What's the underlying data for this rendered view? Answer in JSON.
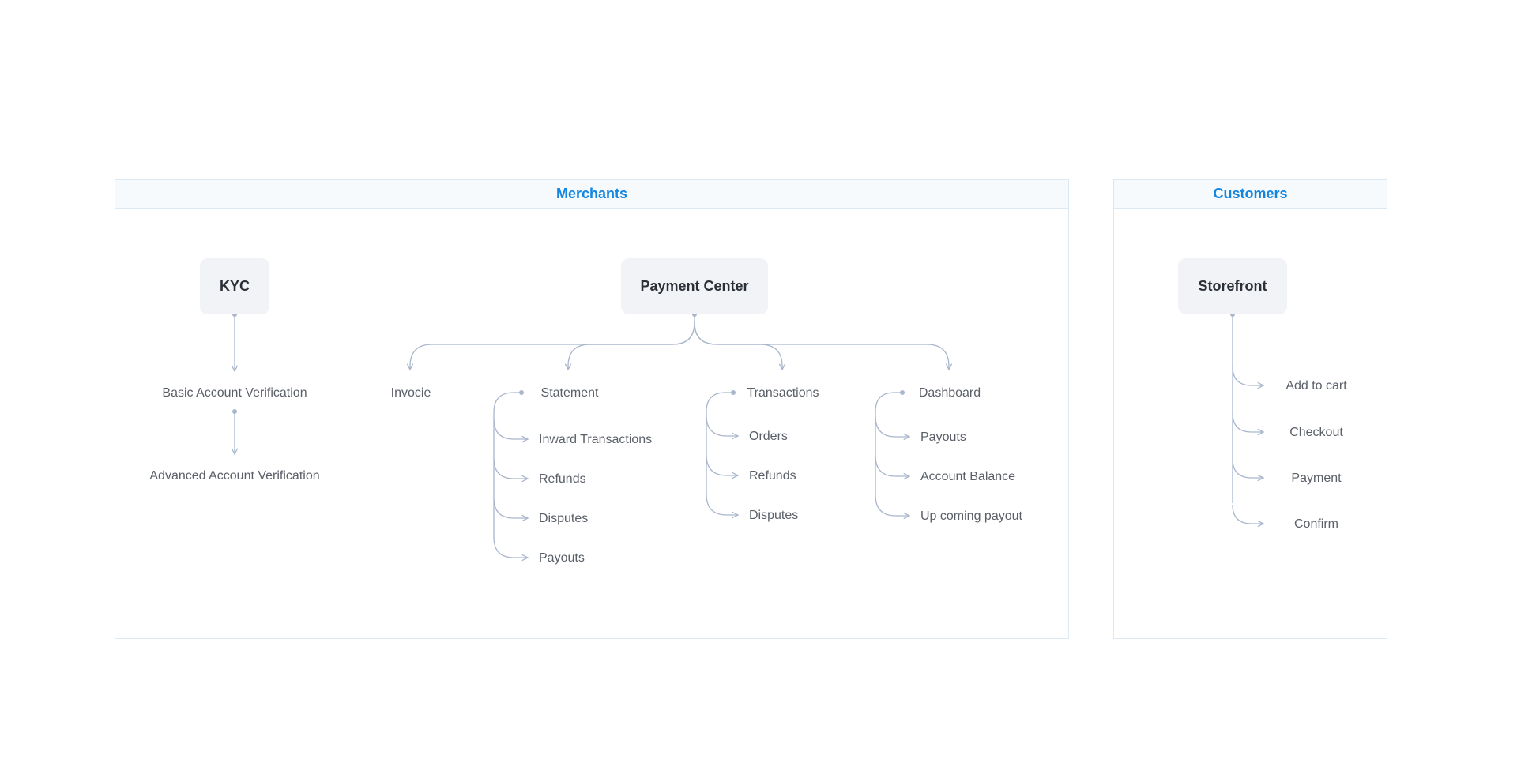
{
  "merchants": {
    "title": "Merchants",
    "kyc": {
      "title": "KYC",
      "items": [
        "Basic Account Verification",
        "Advanced Account Verification"
      ]
    },
    "payment_center": {
      "title": "Payment Center",
      "invoice": "Invocie",
      "statement": {
        "title": "Statement",
        "items": [
          "Inward Transactions",
          "Refunds",
          "Disputes",
          "Payouts"
        ]
      },
      "transactions": {
        "title": "Transactions",
        "items": [
          "Orders",
          "Refunds",
          "Disputes"
        ]
      },
      "dashboard": {
        "title": "Dashboard",
        "items": [
          "Payouts",
          "Account Balance",
          "Up coming payout"
        ]
      }
    }
  },
  "customers": {
    "title": "Customers",
    "storefront": {
      "title": "Storefront",
      "items": [
        "Add to cart",
        "Checkout",
        "Payment",
        "Confirm"
      ]
    }
  },
  "colors": {
    "accent": "#1386e0",
    "connector": "#a9b6cc",
    "node_bg": "#f1f3f7",
    "panel_border": "#dbe9f5",
    "panel_header_bg": "#f6fafd"
  }
}
